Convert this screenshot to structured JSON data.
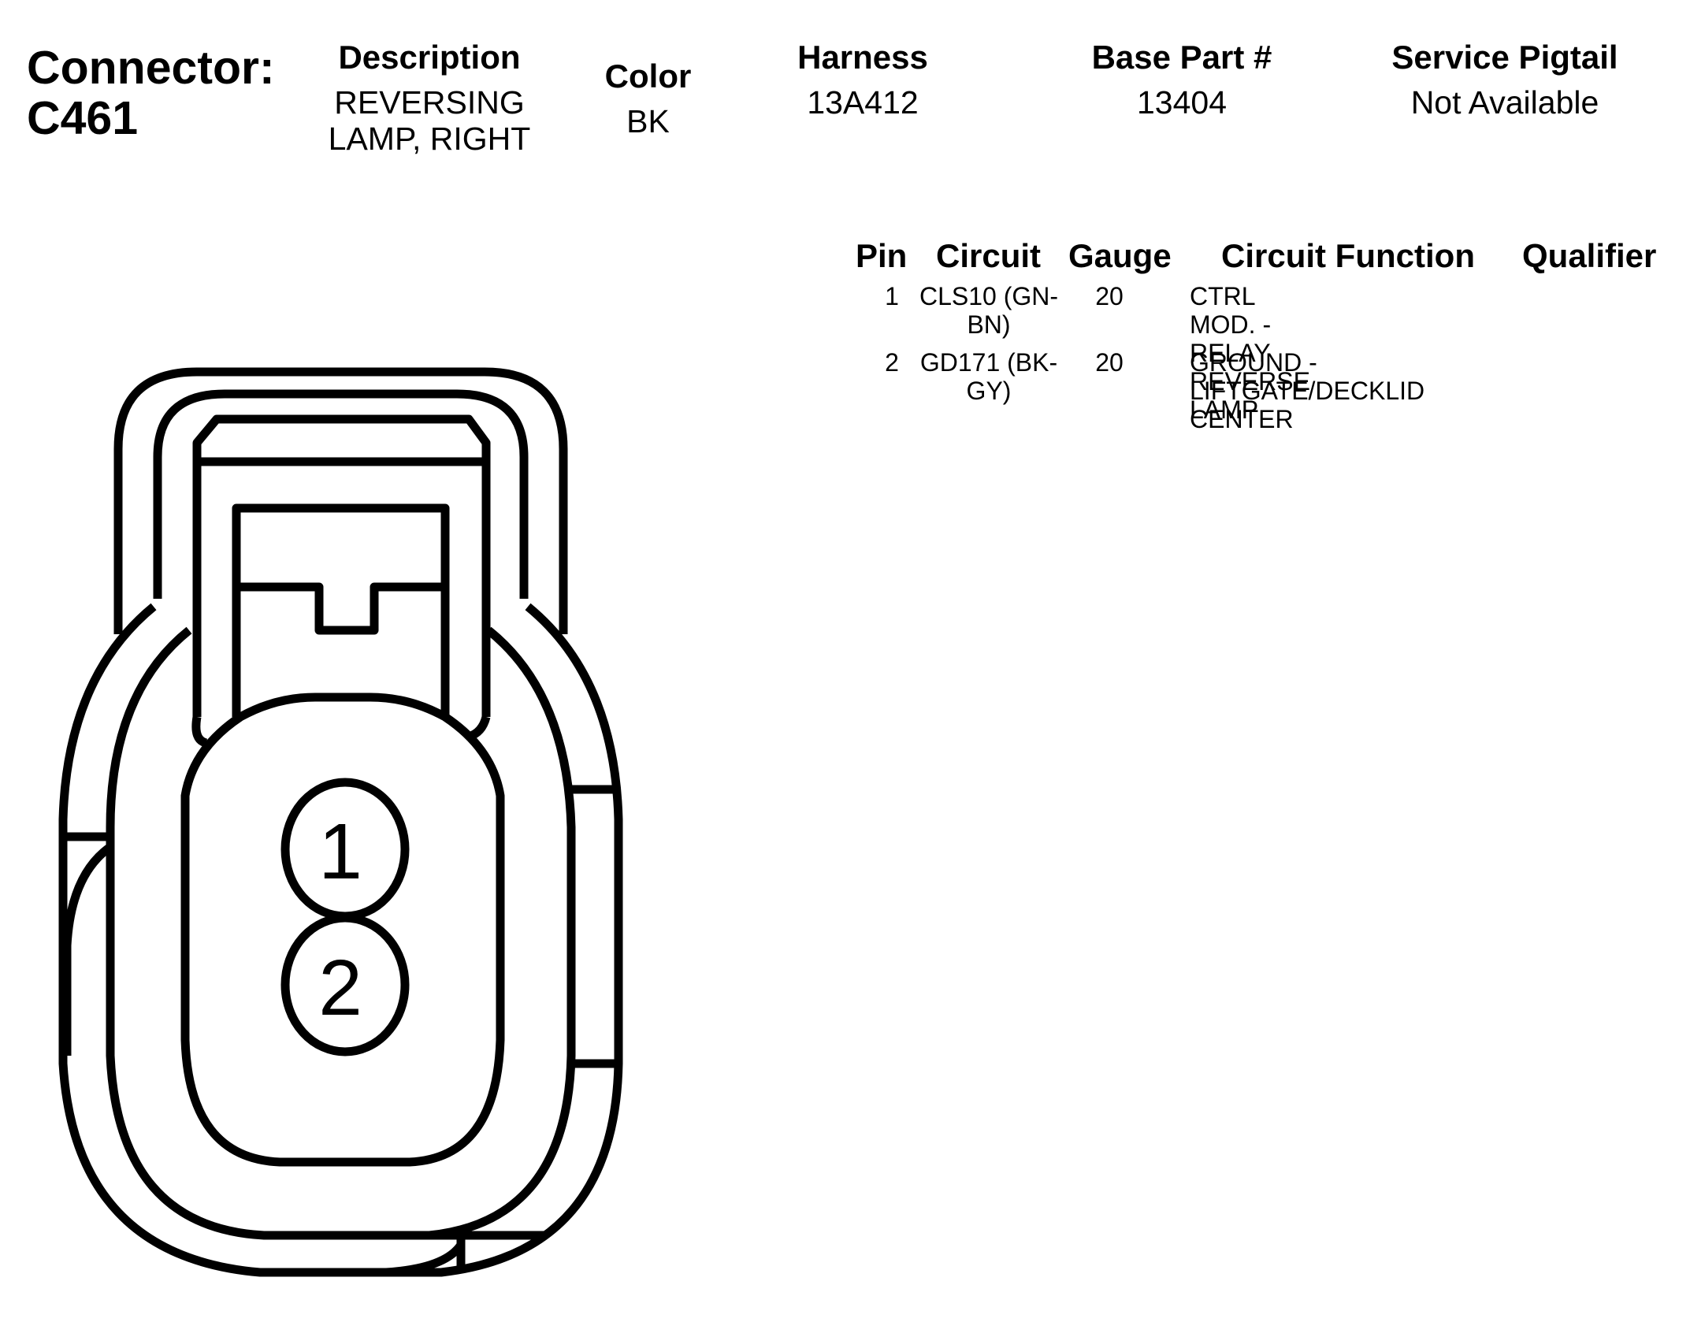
{
  "connector": {
    "label": "Connector:",
    "id": "C461"
  },
  "header": {
    "description": {
      "label": "Description",
      "value_line1": "REVERSING",
      "value_line2": "LAMP, RIGHT"
    },
    "color": {
      "label": "Color",
      "value": "BK"
    },
    "harness": {
      "label": "Harness",
      "value": "13A412"
    },
    "base_part": {
      "label": "Base Part #",
      "value": "13404"
    },
    "service_pigtail": {
      "label": "Service Pigtail",
      "value": "Not Available"
    }
  },
  "pin_table": {
    "columns": [
      "Pin",
      "Circuit",
      "Gauge",
      "Circuit Function",
      "Qualifier"
    ],
    "rows": [
      {
        "pin": "1",
        "circuit_line1": "CLS10 (GN-",
        "circuit_line2": "BN)",
        "gauge": "20",
        "function": "CTRL MOD. - RELAY\nREVERSE LAMP",
        "qualifier": ""
      },
      {
        "pin": "2",
        "circuit_line1": "GD171 (BK-",
        "circuit_line2": "GY)",
        "gauge": "20",
        "function": "GROUND -\nLIFTGATE/DECKLID\nCENTER",
        "qualifier": ""
      }
    ]
  },
  "diagram": {
    "pin_labels": [
      "1",
      "2"
    ]
  }
}
